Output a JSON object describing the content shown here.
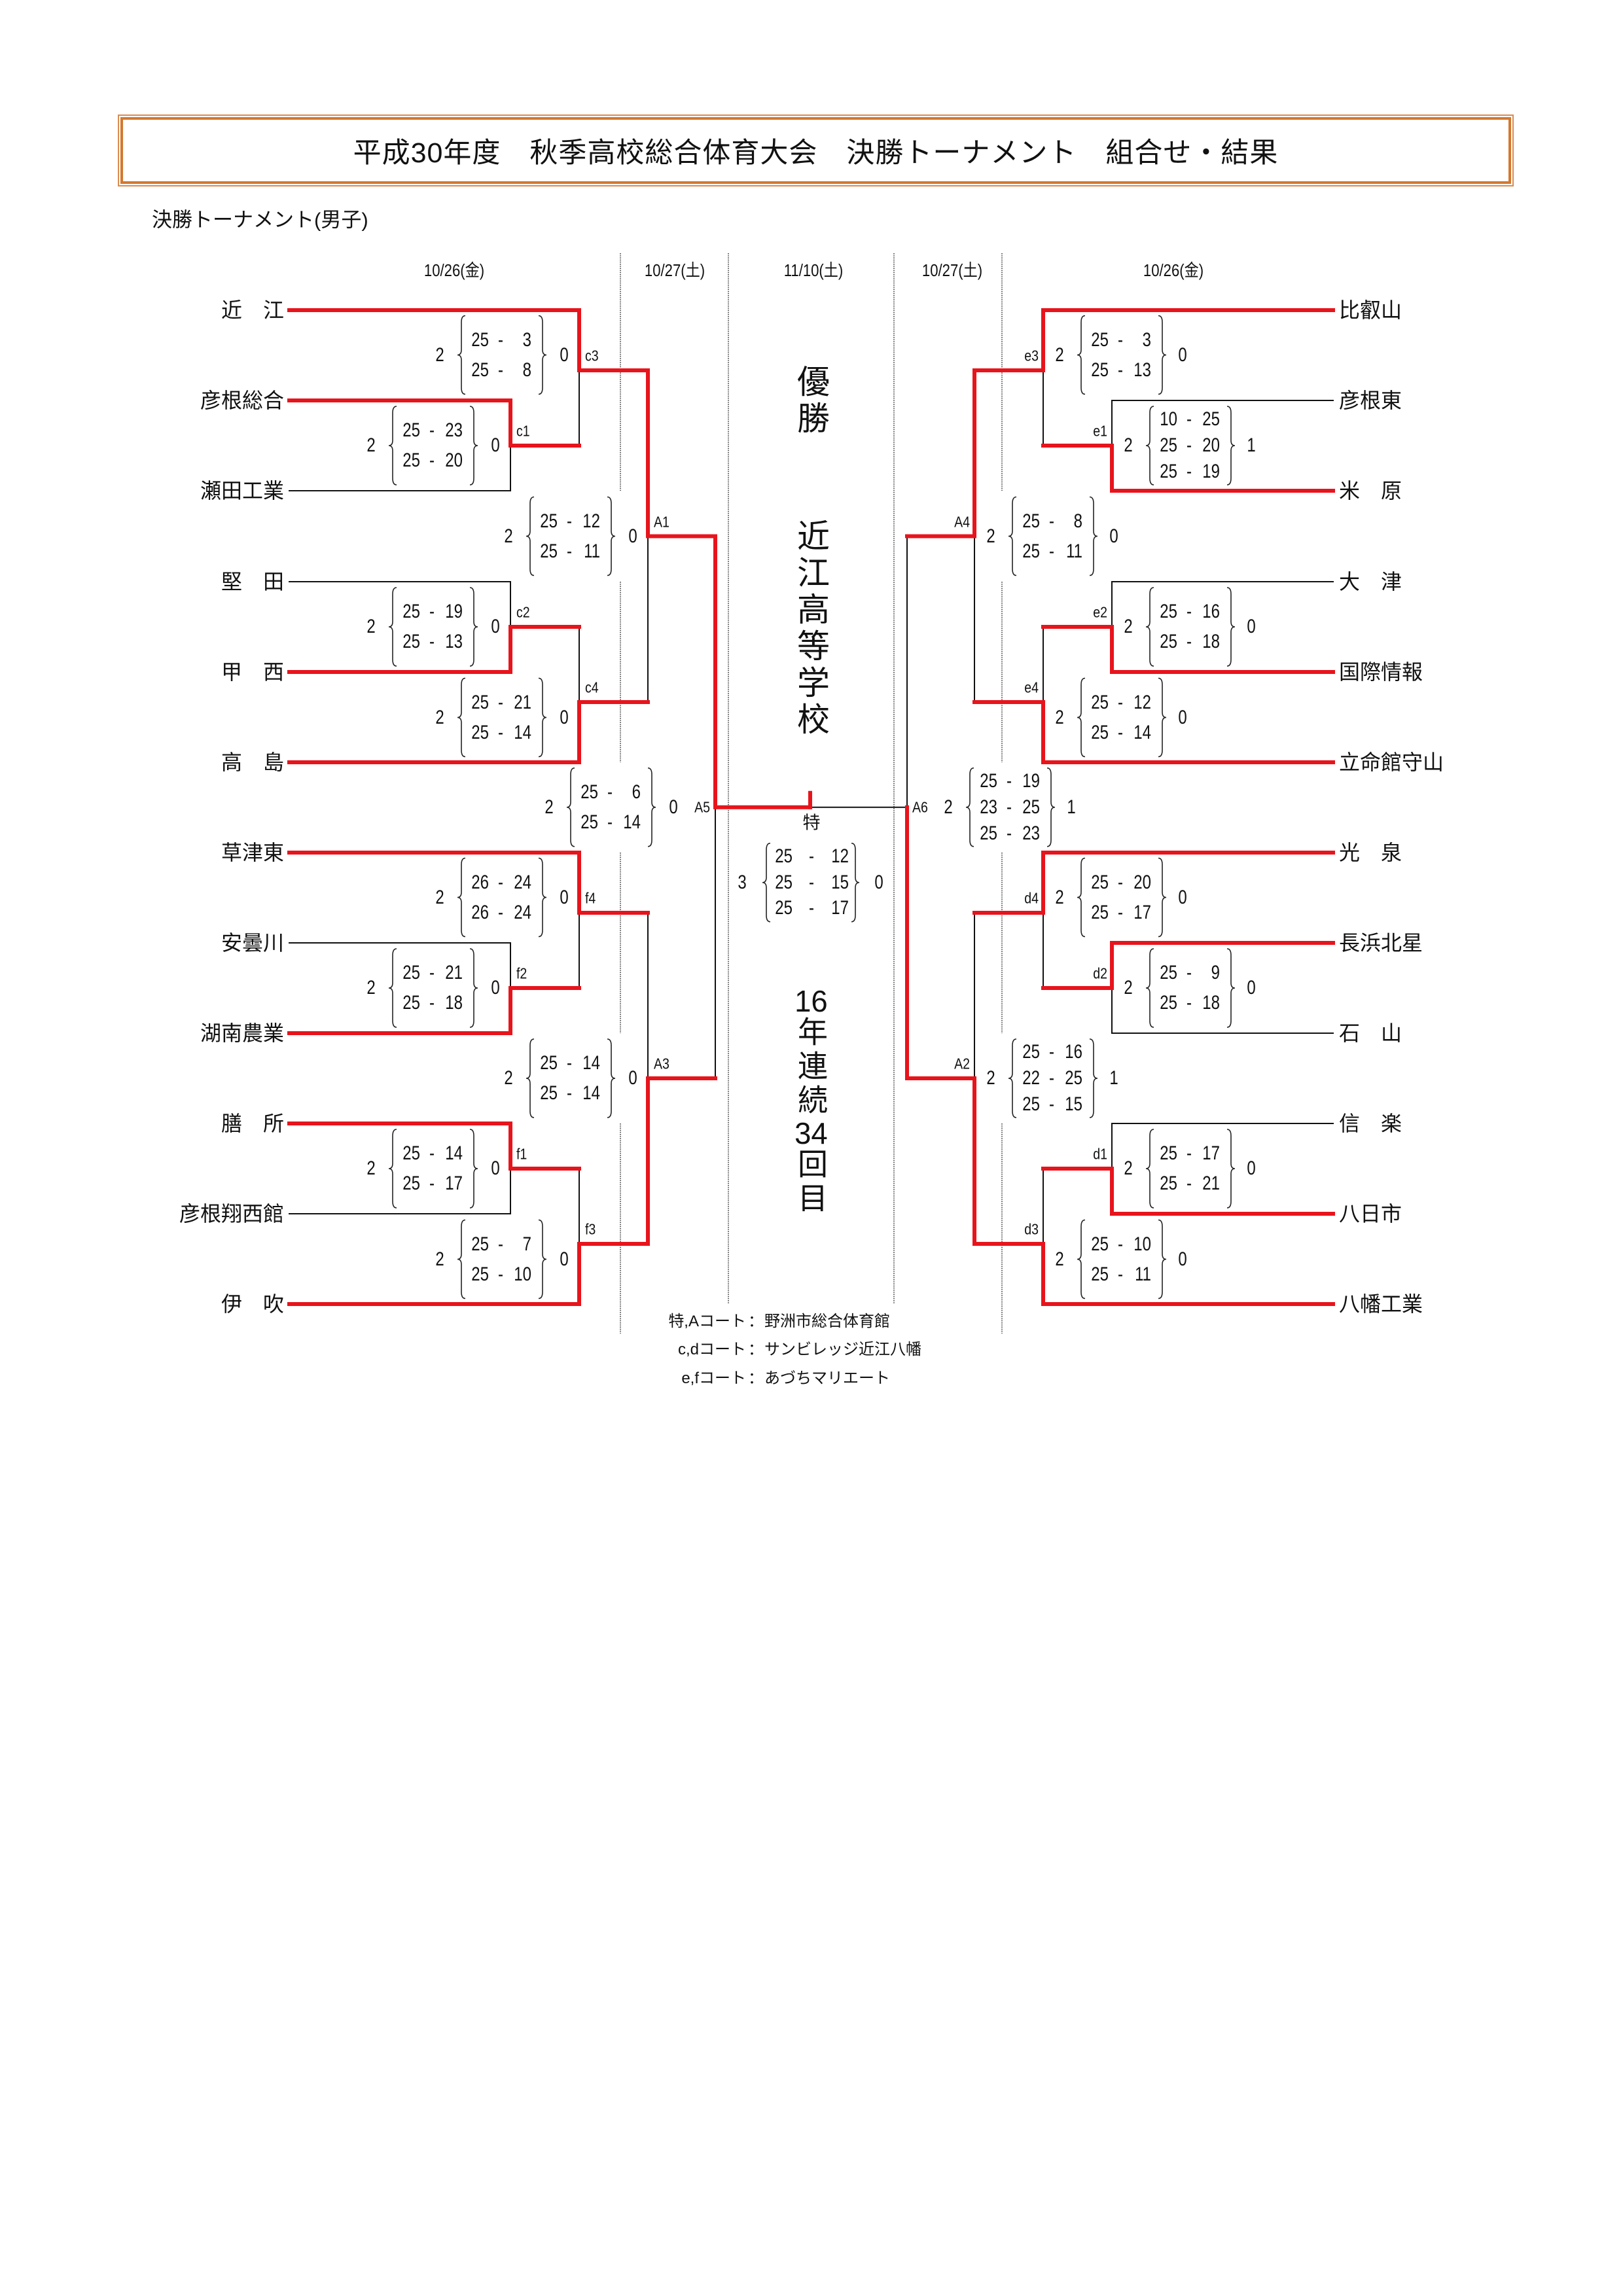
{
  "title": "平成30年度　秋季高校総合体育大会　決勝トーナメント　組合せ・結果",
  "subtitle": "決勝トーナメント(男子)",
  "date_headers": [
    "10/26(金)",
    "10/27(土)",
    "11/10(土)",
    "10/27(土)",
    "10/26(金)"
  ],
  "teams": {
    "left": [
      "近　江",
      "彦根総合",
      "瀬田工業",
      "堅　田",
      "甲　西",
      "高　島",
      "草津東",
      "安曇川",
      "湖南農業",
      "膳　所",
      "彦根翔西館",
      "伊　吹"
    ],
    "right": [
      "比叡山",
      "彦根東",
      "米　原",
      "大　津",
      "国際情報",
      "立命館守山",
      "光　泉",
      "長浜北星",
      "石　山",
      "信　楽",
      "八日市",
      "八幡工業"
    ]
  },
  "set_separator": "-",
  "matches": [
    {
      "id": "c3",
      "side": "left",
      "round": 2,
      "top": {
        "team": 0
      },
      "bottom": {
        "match": "c1"
      },
      "winner": "top",
      "score": [
        2,
        0
      ],
      "sets": [
        [
          25,
          3
        ],
        [
          25,
          8
        ]
      ]
    },
    {
      "id": "c1",
      "side": "left",
      "round": 1,
      "top": {
        "team": 1
      },
      "bottom": {
        "team": 2
      },
      "winner": "top",
      "score": [
        2,
        0
      ],
      "sets": [
        [
          25,
          23
        ],
        [
          25,
          20
        ]
      ]
    },
    {
      "id": "A1",
      "side": "left",
      "round": 3,
      "top": {
        "match": "c3"
      },
      "bottom": {
        "match": "c4"
      },
      "winner": "top",
      "score": [
        2,
        0
      ],
      "sets": [
        [
          25,
          12
        ],
        [
          25,
          11
        ]
      ]
    },
    {
      "id": "c2",
      "side": "left",
      "round": 1,
      "top": {
        "team": 3
      },
      "bottom": {
        "team": 4
      },
      "winner": "bottom",
      "score": [
        2,
        0
      ],
      "sets": [
        [
          25,
          19
        ],
        [
          25,
          13
        ]
      ]
    },
    {
      "id": "c4",
      "side": "left",
      "round": 2,
      "top": {
        "match": "c2"
      },
      "bottom": {
        "team": 5
      },
      "winner": "bottom",
      "score": [
        2,
        0
      ],
      "sets": [
        [
          25,
          21
        ],
        [
          25,
          14
        ]
      ]
    },
    {
      "id": "A5",
      "side": "left",
      "round": 4,
      "top": {
        "match": "A1"
      },
      "bottom": {
        "match": "A3"
      },
      "winner": "top",
      "score": [
        2,
        0
      ],
      "sets": [
        [
          25,
          6
        ],
        [
          25,
          14
        ]
      ]
    },
    {
      "id": "f4",
      "side": "left",
      "round": 2,
      "top": {
        "team": 6
      },
      "bottom": {
        "match": "f2"
      },
      "winner": "top",
      "score": [
        2,
        0
      ],
      "sets": [
        [
          26,
          24
        ],
        [
          26,
          24
        ]
      ]
    },
    {
      "id": "f2",
      "side": "left",
      "round": 1,
      "top": {
        "team": 7
      },
      "bottom": {
        "team": 8
      },
      "winner": "bottom",
      "score": [
        2,
        0
      ],
      "sets": [
        [
          25,
          21
        ],
        [
          25,
          18
        ]
      ]
    },
    {
      "id": "A3",
      "side": "left",
      "round": 3,
      "top": {
        "match": "f4"
      },
      "bottom": {
        "match": "f3"
      },
      "winner": "bottom",
      "score": [
        2,
        0
      ],
      "sets": [
        [
          25,
          14
        ],
        [
          25,
          14
        ]
      ]
    },
    {
      "id": "f1",
      "side": "left",
      "round": 1,
      "top": {
        "team": 9
      },
      "bottom": {
        "team": 10
      },
      "winner": "top",
      "score": [
        2,
        0
      ],
      "sets": [
        [
          25,
          14
        ],
        [
          25,
          17
        ]
      ]
    },
    {
      "id": "f3",
      "side": "left",
      "round": 2,
      "top": {
        "match": "f1"
      },
      "bottom": {
        "team": 11
      },
      "winner": "bottom",
      "score": [
        2,
        0
      ],
      "sets": [
        [
          25,
          7
        ],
        [
          25,
          10
        ]
      ]
    },
    {
      "id": "e3",
      "side": "right",
      "round": 2,
      "top": {
        "team": 0
      },
      "bottom": {
        "match": "e1"
      },
      "winner": "top",
      "score": [
        2,
        0
      ],
      "sets": [
        [
          25,
          3
        ],
        [
          25,
          13
        ]
      ]
    },
    {
      "id": "e1",
      "side": "right",
      "round": 1,
      "top": {
        "team": 1
      },
      "bottom": {
        "team": 2
      },
      "winner": "bottom",
      "score": [
        2,
        1
      ],
      "sets": [
        [
          10,
          25
        ],
        [
          25,
          20
        ],
        [
          25,
          19
        ]
      ]
    },
    {
      "id": "A4",
      "side": "right",
      "round": 3,
      "top": {
        "match": "e3"
      },
      "bottom": {
        "match": "e4"
      },
      "winner": "top",
      "score": [
        2,
        0
      ],
      "sets": [
        [
          25,
          8
        ],
        [
          25,
          11
        ]
      ]
    },
    {
      "id": "e2",
      "side": "right",
      "round": 1,
      "top": {
        "team": 3
      },
      "bottom": {
        "team": 4
      },
      "winner": "bottom",
      "score": [
        2,
        0
      ],
      "sets": [
        [
          25,
          16
        ],
        [
          25,
          18
        ]
      ]
    },
    {
      "id": "e4",
      "side": "right",
      "round": 2,
      "top": {
        "match": "e2"
      },
      "bottom": {
        "team": 5
      },
      "winner": "bottom",
      "score": [
        2,
        0
      ],
      "sets": [
        [
          25,
          12
        ],
        [
          25,
          14
        ]
      ]
    },
    {
      "id": "A6",
      "side": "right",
      "round": 4,
      "top": {
        "match": "A4"
      },
      "bottom": {
        "match": "A2"
      },
      "winner": "bottom",
      "score": [
        2,
        1
      ],
      "sets": [
        [
          25,
          19
        ],
        [
          23,
          25
        ],
        [
          25,
          23
        ]
      ]
    },
    {
      "id": "d4",
      "side": "right",
      "round": 2,
      "top": {
        "team": 6
      },
      "bottom": {
        "match": "d2"
      },
      "winner": "top",
      "score": [
        2,
        0
      ],
      "sets": [
        [
          25,
          20
        ],
        [
          25,
          17
        ]
      ]
    },
    {
      "id": "d2",
      "side": "right",
      "round": 1,
      "top": {
        "team": 7
      },
      "bottom": {
        "team": 8
      },
      "winner": "top",
      "score": [
        2,
        0
      ],
      "sets": [
        [
          25,
          9
        ],
        [
          25,
          18
        ]
      ]
    },
    {
      "id": "A2",
      "side": "right",
      "round": 3,
      "top": {
        "match": "d4"
      },
      "bottom": {
        "match": "d3"
      },
      "winner": "bottom",
      "score": [
        2,
        1
      ],
      "sets": [
        [
          25,
          16
        ],
        [
          22,
          25
        ],
        [
          25,
          15
        ]
      ]
    },
    {
      "id": "d1",
      "side": "right",
      "round": 1,
      "top": {
        "team": 9
      },
      "bottom": {
        "team": 10
      },
      "winner": "bottom",
      "score": [
        2,
        0
      ],
      "sets": [
        [
          25,
          17
        ],
        [
          25,
          21
        ]
      ]
    },
    {
      "id": "d3",
      "side": "right",
      "round": 2,
      "top": {
        "match": "d1"
      },
      "bottom": {
        "team": 11
      },
      "winner": "bottom",
      "score": [
        2,
        0
      ],
      "sets": [
        [
          25,
          10
        ],
        [
          25,
          11
        ]
      ]
    }
  ],
  "final": {
    "label": "特",
    "winner": "left",
    "score": [
      3,
      0
    ],
    "sets": [
      [
        25,
        12
      ],
      [
        25,
        15
      ],
      [
        25,
        17
      ]
    ]
  },
  "champion": {
    "heading": "優勝",
    "school": "近江高等学校",
    "note": "16年連続34回目"
  },
  "venue_separator": "：",
  "venues": [
    {
      "courts": "特,Aコート",
      "place": "野洲市総合体育館"
    },
    {
      "courts": "c,dコート",
      "place": "サンビレッジ近江八幡"
    },
    {
      "courts": "e,fコート",
      "place": "あづちマリエート"
    }
  ],
  "colors": {
    "winner_line": "#e8141c",
    "loser_line": "#111111",
    "title_border": "#d4782f",
    "divider": "#444444"
  }
}
